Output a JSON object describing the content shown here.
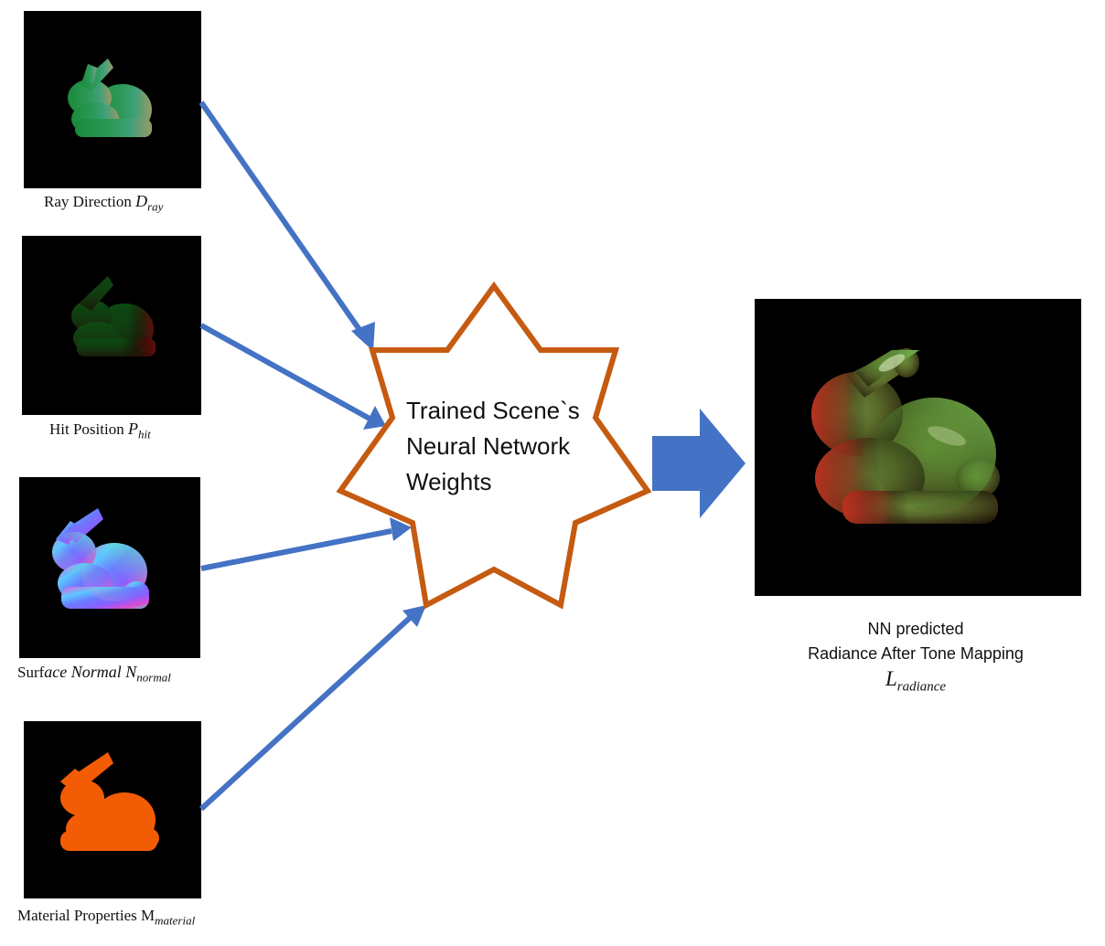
{
  "inputs": [
    {
      "label": "Ray Direction ",
      "symbol": "D",
      "subscript": "ray"
    },
    {
      "label": "Hit Position ",
      "symbol": "P",
      "subscript": "hit"
    },
    {
      "label": "Surf",
      "label_italic": "ace Normal ",
      "symbol": "N",
      "subscript": "normal"
    },
    {
      "label": "Material Properties M",
      "symbol": "",
      "subscript": "material"
    }
  ],
  "center": {
    "line1": "Trained Scene`s",
    "line2": "Neural Network",
    "line3": "Weights"
  },
  "output": {
    "line1": "NN predicted",
    "line2": "Radiance After Tone Mapping",
    "symbol": "L",
    "subscript": "radiance"
  },
  "colors": {
    "arrow": "#4472c4",
    "star_outline": "#c55a11",
    "panel_bg": "#000000",
    "material": "#f25c05"
  }
}
